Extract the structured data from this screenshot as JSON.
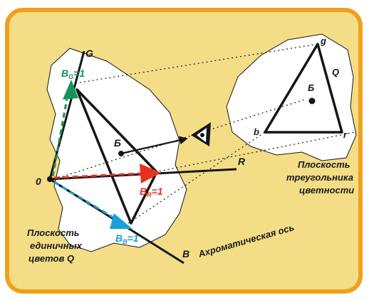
{
  "colors": {
    "frame_fill": "#f3dd86",
    "frame_border": "#f0a01c",
    "plane_fill": "#ffffff",
    "ink": "#161616",
    "green": "#12955a",
    "red": "#e8301c",
    "blue": "#1aa0d6"
  },
  "vectors": {
    "green_label": "B",
    "green_sub": "G",
    "green_value": "=1",
    "red_label": "B",
    "red_sub": "R",
    "red_value": "=1",
    "blue_label": "B",
    "blue_sub": "B",
    "blue_value": "=1"
  },
  "axes": {
    "g": "G",
    "r": "R",
    "b": "B",
    "origin": "0"
  },
  "points": {
    "white_main": "Б",
    "white_small": "Б",
    "tri_g": "g",
    "tri_b": "b",
    "tri_r": "r",
    "tri_q": "Q"
  },
  "captions": {
    "unit_plane": [
      "Плоскость",
      "единичных",
      "цветов Q"
    ],
    "chroma_plane": [
      "Плоскость",
      "треугольника",
      "цветности"
    ],
    "achromatic_axis": "Ахроматическая ось"
  },
  "icons": {
    "projection_eye": "eye-triangle-icon"
  }
}
